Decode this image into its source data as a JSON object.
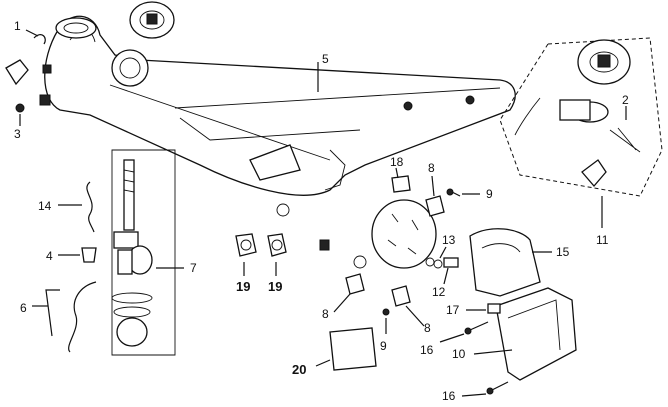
{
  "callouts": {
    "c1": "1",
    "c2": "2",
    "c3": "3",
    "c4": "4",
    "c5": "5",
    "c6": "6",
    "c7": "7",
    "c8a": "8",
    "c8b": "8",
    "c8c": "8",
    "c9a": "9",
    "c9b": "9",
    "c10": "10",
    "c11": "11",
    "c12": "12",
    "c13": "13",
    "c14": "14",
    "c15": "15",
    "c16a": "16",
    "c16b": "16",
    "c17": "17",
    "c18": "18",
    "c19a": "19",
    "c19b": "19",
    "c20": "20"
  }
}
